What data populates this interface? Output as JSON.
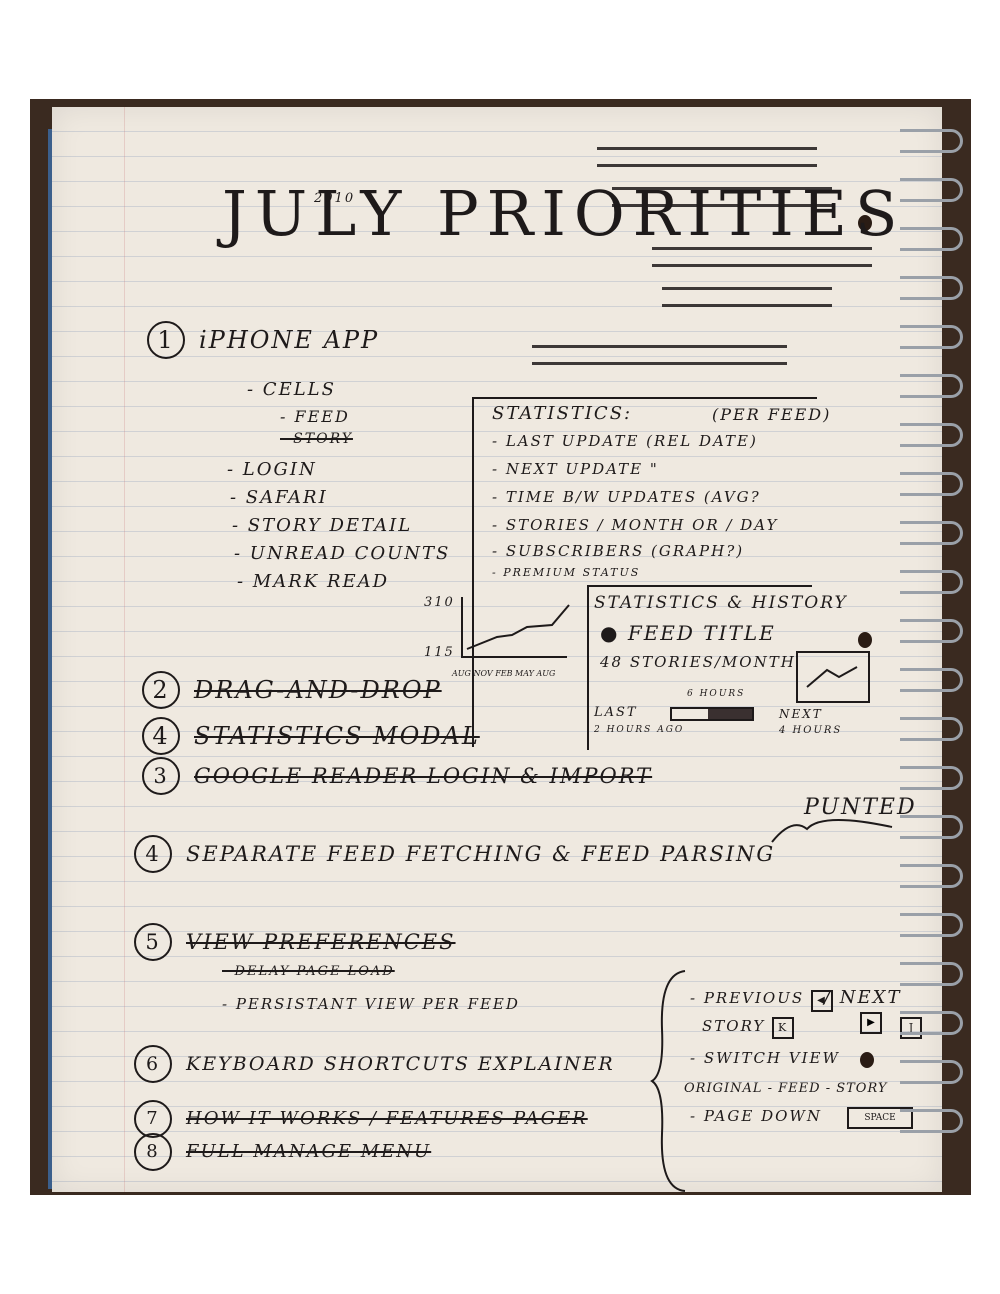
{
  "title": {
    "main": "JULY PRIORITIES",
    "year": "2010"
  },
  "items": [
    {
      "num": "1",
      "label": "iPHONE APP"
    },
    {
      "num": "2",
      "label": "DRAG-AND-DROP"
    },
    {
      "num": "4",
      "label": "STATISTICS MODAL"
    },
    {
      "num": "3",
      "label": "GOOGLE READER LOGIN & IMPORT"
    },
    {
      "num": "4",
      "label": "SEPARATE FEED FETCHING & FEED PARSING"
    },
    {
      "num": "5",
      "label": "VIEW PREFERENCES"
    },
    {
      "num": "6",
      "label": "KEYBOARD SHORTCUTS EXPLAINER"
    },
    {
      "num": "7",
      "label": "HOW IT WORKS / FEATURES PAGER"
    },
    {
      "num": "8",
      "label": "FULL MANAGE MENU"
    }
  ],
  "iphone_subitems": [
    "- CELLS",
    "- FEED",
    "- STORY",
    "- LOGIN",
    "- SAFARI",
    "- STORY DETAIL",
    "- UNREAD COUNTS",
    "- MARK READ"
  ],
  "view_pref_subitems": [
    "- DELAY PAGE LOAD",
    "- PERSISTANT VIEW PER FEED"
  ],
  "statistics": {
    "heading": "STATISTICS:",
    "per_feed": "(PER FEED)",
    "lines": [
      "- LAST UPDATE (REL DATE)",
      "- NEXT UPDATE \"",
      "- TIME B/W UPDATES (AVG?",
      "- STORIES / MONTH OR / DAY",
      "- SUBSCRIBERS (GRAPH?)",
      "- PREMIUM STATUS"
    ]
  },
  "graph": {
    "ymax": "310",
    "ymin": "115",
    "xlabels": "AUG NOV FEB MAY AUG"
  },
  "mockup": {
    "title": "STATISTICS & HISTORY",
    "feed_title": "FEED TITLE",
    "stories": "48 STORIES/MONTH",
    "hours": "6 HOURS",
    "last": "LAST",
    "last_ago": "2 HOURS AGO",
    "next": "NEXT",
    "next_in": "4 HOURS"
  },
  "punted": "PUNTED",
  "shortcuts": {
    "previous": "- PREVIOUS",
    "next": "/ NEXT",
    "story": "STORY",
    "key_k": "K",
    "key_j": "J",
    "switch": "- SWITCH VIEW",
    "modes": "ORIGINAL - FEED - STORY",
    "pagedown": "- PAGE DOWN",
    "space": "SPACE"
  }
}
